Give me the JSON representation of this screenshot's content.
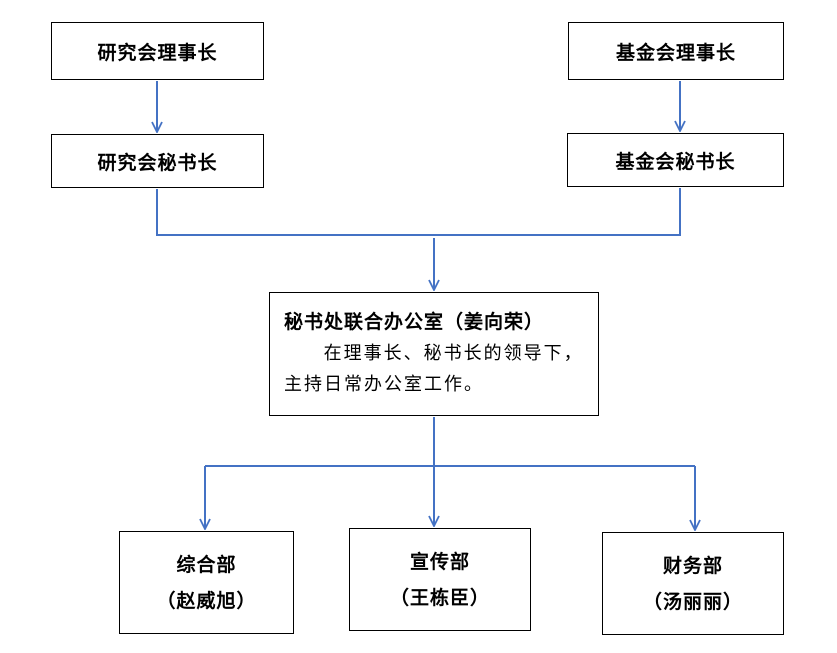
{
  "nodes": {
    "research_chair": "研究会理事长",
    "foundation_chair": "基金会理事长",
    "research_secretary": "研究会秘书长",
    "foundation_secretary": "基金会秘书长",
    "joint_office": {
      "title": "秘书处联合办公室（姜向荣）",
      "description": "在理事长、秘书长的领导下，主持日常办公室工作。"
    },
    "departments": [
      {
        "name": "综合部",
        "person": "（赵威旭）"
      },
      {
        "name": "宣传部",
        "person": "（王栋臣）"
      },
      {
        "name": "财务部",
        "person": "（汤丽丽）"
      }
    ]
  },
  "colors": {
    "connector": "#4472C4",
    "border": "#000000"
  }
}
